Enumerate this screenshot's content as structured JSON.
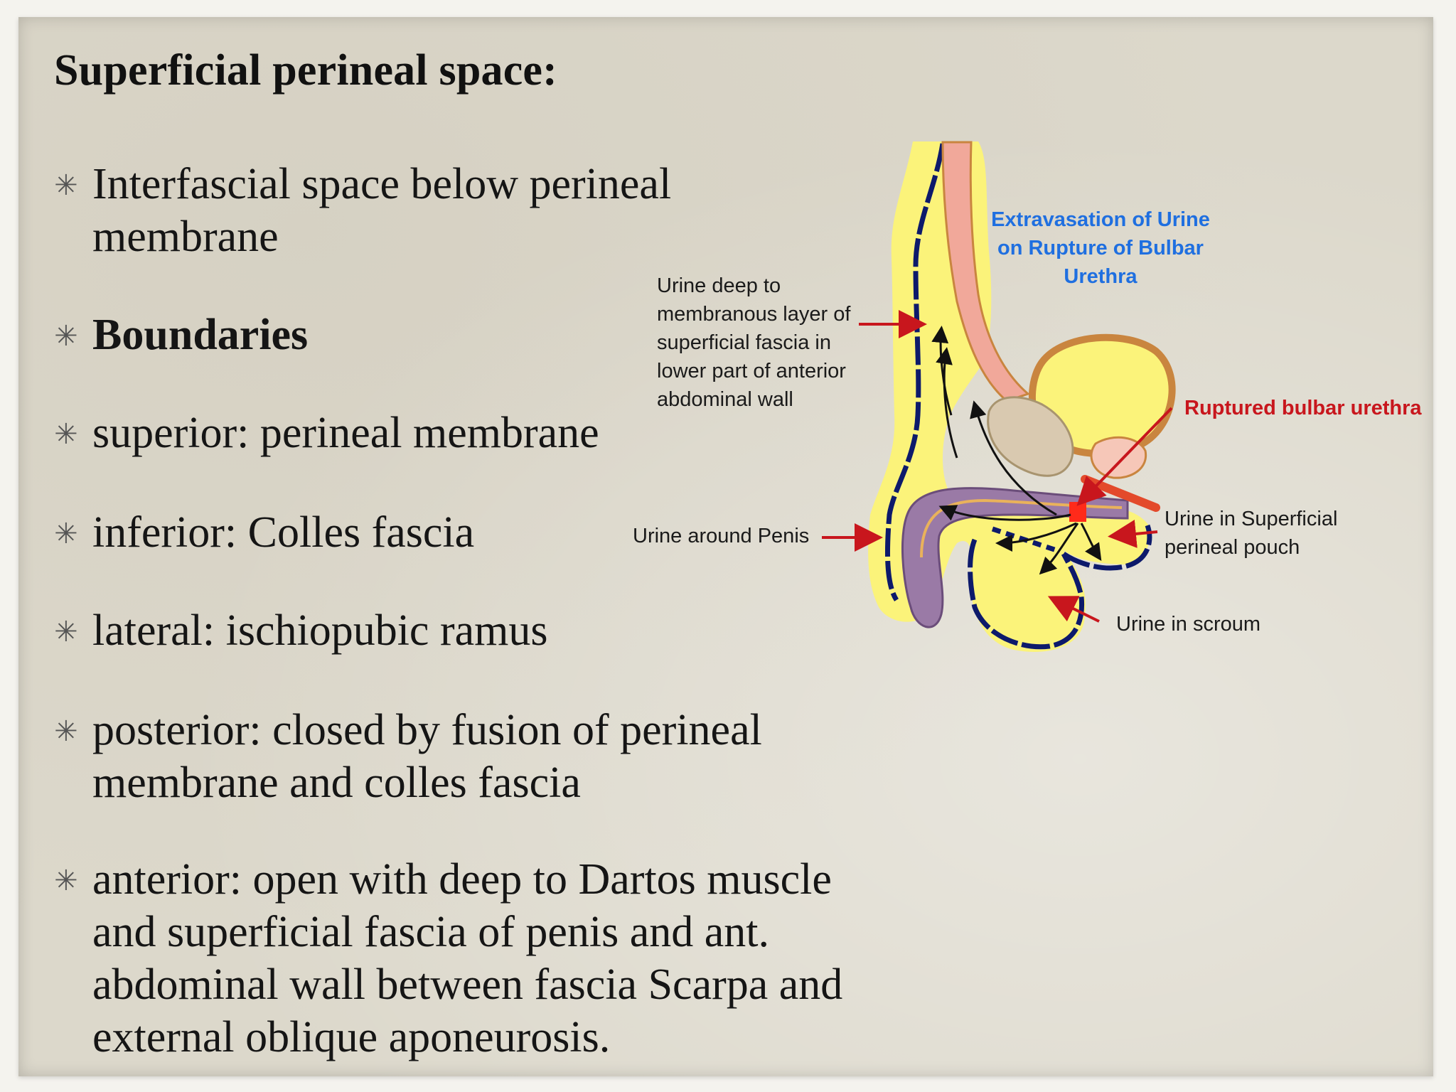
{
  "slide": {
    "title": "Superficial perineal space:",
    "bullets": [
      {
        "text": "Interfascial space below perineal membrane",
        "bold": false
      },
      {
        "text": "Boundaries",
        "bold": true
      },
      {
        "text": "superior: perineal membrane",
        "bold": false
      },
      {
        "text": "inferior: Colles fascia",
        "bold": false
      },
      {
        "text": "lateral: ischiopubic ramus",
        "bold": false
      },
      {
        "text": "posterior: closed by fusion of perineal membrane and colles fascia",
        "bold": false
      },
      {
        "text": "anterior: open with deep to Dartos muscle and superficial fascia of penis and ant. abdominal wall between fascia Scarpa and external oblique aponeurosis.",
        "bold": false
      }
    ],
    "bullet_symbol": "✳"
  },
  "diagram": {
    "heading": "Extravasation of Urine on Rupture of Bulbar Urethra",
    "labels": {
      "abdominal_wall": " Urine  deep to membranous layer of superficial fascia in lower part of anterior abdominal wall",
      "around_penis": "Urine around Penis",
      "ruptured": "Ruptured bulbar urethra",
      "superficial_pouch": "Urine in Superficial perineal pouch",
      "scrotum": "Urine in scroum"
    },
    "colors": {
      "urine_yellow": "#fbf37a",
      "fascia_blue": "#0d1a6b",
      "arrow_red": "#c8161d",
      "heading_blue": "#1f6fe0",
      "corpus_purple": "#9a7aa6",
      "bladder_wall": "#c9853f",
      "muscle_pink": "#f1a89a"
    }
  }
}
